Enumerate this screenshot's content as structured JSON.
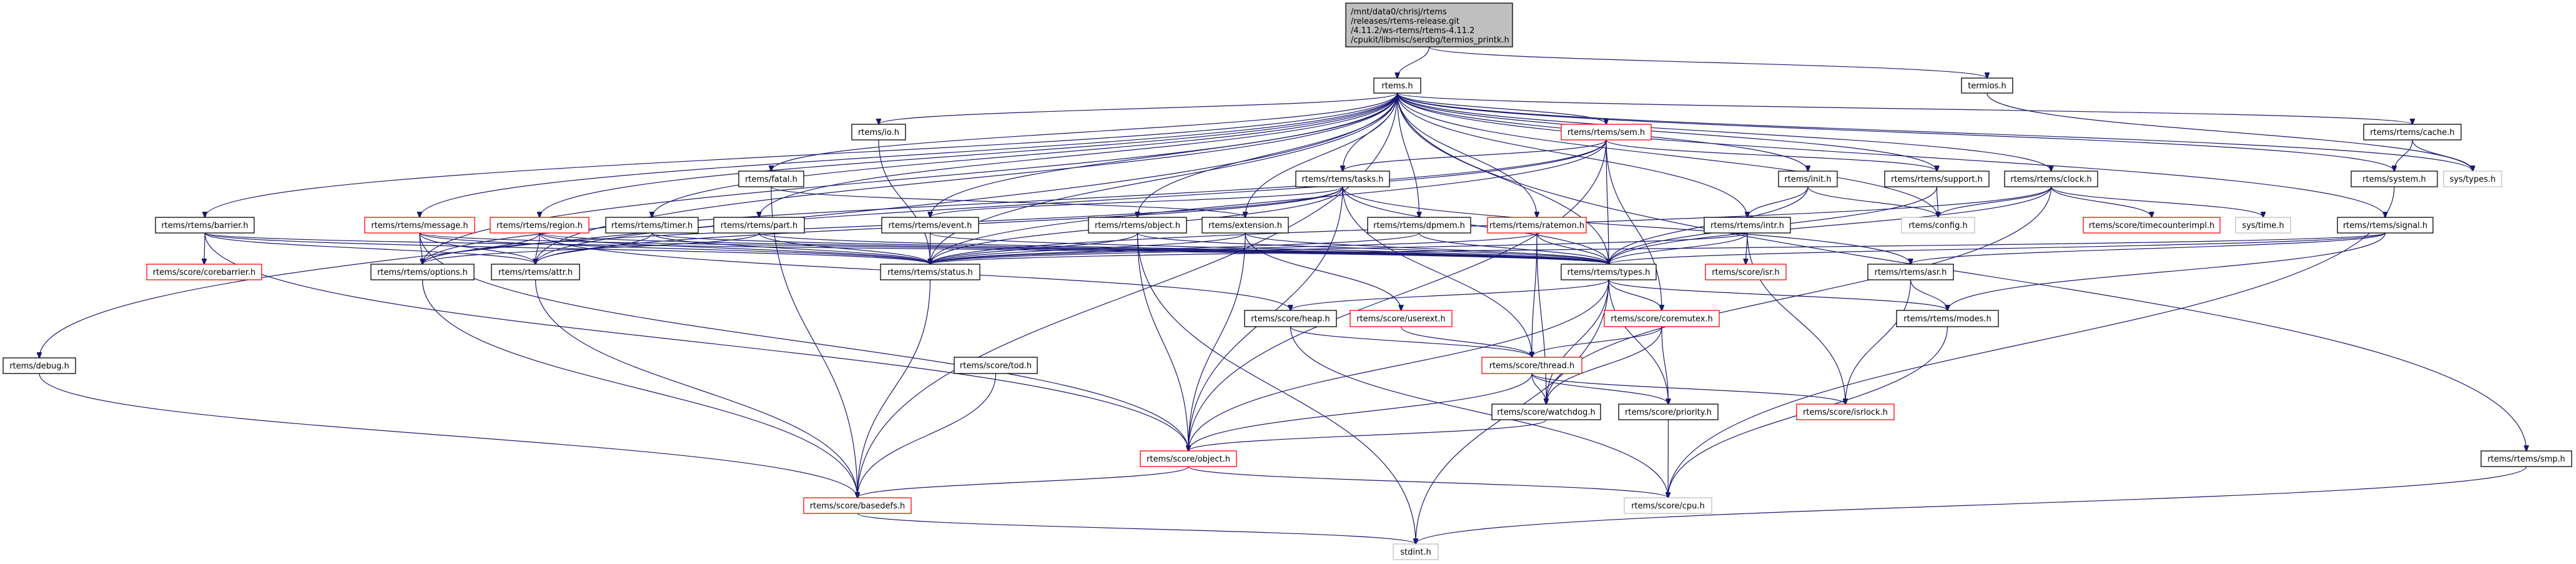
{
  "diagram": {
    "title": "Include dependency graph for termios_printk.h",
    "colors": {
      "edge": "#191970",
      "root_fill": "#bfbfbf",
      "normal_border": "#000000",
      "truncated_border": "#ff0000",
      "external_border": "#bfbfbf",
      "node_fill": "#ffffff"
    },
    "nodes": [
      {
        "id": "root",
        "kind": "root",
        "lines": [
          "/mnt/data0/chrisj/rtems",
          "/releases/rtems-release.git",
          "/4.11.2/ws-rtems/rtems-4.11.2",
          "/cpukit/libmisc/serdbg/termios_printk.h"
        ]
      },
      {
        "id": "rtems_h",
        "kind": "normal",
        "label": "rtems.h"
      },
      {
        "id": "termios_h",
        "kind": "normal",
        "label": "termios.h"
      },
      {
        "id": "io_h",
        "kind": "normal",
        "label": "rtems/io.h"
      },
      {
        "id": "sem_h",
        "kind": "truncated",
        "label": "rtems/rtems/sem.h"
      },
      {
        "id": "cache_h",
        "kind": "normal",
        "label": "rtems/rtems/cache.h"
      },
      {
        "id": "fatal_h",
        "kind": "normal",
        "label": "rtems/fatal.h"
      },
      {
        "id": "tasks_h",
        "kind": "normal",
        "label": "rtems/rtems/tasks.h"
      },
      {
        "id": "init_h",
        "kind": "normal",
        "label": "rtems/init.h"
      },
      {
        "id": "support_h",
        "kind": "normal",
        "label": "rtems/rtems/support.h"
      },
      {
        "id": "clock_h",
        "kind": "normal",
        "label": "rtems/rtems/clock.h"
      },
      {
        "id": "system_h",
        "kind": "normal",
        "label": "rtems/system.h"
      },
      {
        "id": "systypes_h",
        "kind": "external",
        "label": "sys/types.h"
      },
      {
        "id": "barrier_h",
        "kind": "normal",
        "label": "rtems/rtems/barrier.h"
      },
      {
        "id": "message_h",
        "kind": "truncated",
        "label": "rtems/rtems/message.h"
      },
      {
        "id": "region_h",
        "kind": "truncated",
        "label": "rtems/rtems/region.h"
      },
      {
        "id": "timer_h",
        "kind": "normal",
        "label": "rtems/rtems/timer.h"
      },
      {
        "id": "part_h",
        "kind": "normal",
        "label": "rtems/rtems/part.h"
      },
      {
        "id": "event_h",
        "kind": "normal",
        "label": "rtems/rtems/event.h"
      },
      {
        "id": "object_r_h",
        "kind": "normal",
        "label": "rtems/rtems/object.h"
      },
      {
        "id": "extension_h",
        "kind": "normal",
        "label": "rtems/extension.h"
      },
      {
        "id": "dpmem_h",
        "kind": "normal",
        "label": "rtems/rtems/dpmem.h"
      },
      {
        "id": "ratemon_h",
        "kind": "truncated",
        "label": "rtems/rtems/ratemon.h"
      },
      {
        "id": "intr_h",
        "kind": "normal",
        "label": "rtems/rtems/intr.h"
      },
      {
        "id": "config_h",
        "kind": "external",
        "label": "rtems/config.h"
      },
      {
        "id": "timecounterimpl_h",
        "kind": "truncated",
        "label": "rtems/score/timecounterimpl.h"
      },
      {
        "id": "systime_h",
        "kind": "external",
        "label": "sys/time.h"
      },
      {
        "id": "signal_h",
        "kind": "normal",
        "label": "rtems/rtems/signal.h"
      },
      {
        "id": "debug_h",
        "kind": "normal",
        "label": "rtems/debug.h"
      },
      {
        "id": "corebarrier_h",
        "kind": "truncated",
        "label": "rtems/score/corebarrier.h"
      },
      {
        "id": "options_h",
        "kind": "normal",
        "label": "rtems/rtems/options.h"
      },
      {
        "id": "attr_h",
        "kind": "normal",
        "label": "rtems/rtems/attr.h"
      },
      {
        "id": "status_h",
        "kind": "normal",
        "label": "rtems/rtems/status.h"
      },
      {
        "id": "types_h",
        "kind": "normal",
        "label": "rtems/rtems/types.h"
      },
      {
        "id": "isr_h",
        "kind": "truncated",
        "label": "rtems/score/isr.h"
      },
      {
        "id": "asr_h",
        "kind": "normal",
        "label": "rtems/rtems/asr.h"
      },
      {
        "id": "heap_h",
        "kind": "normal",
        "label": "rtems/score/heap.h"
      },
      {
        "id": "userext_h",
        "kind": "truncated",
        "label": "rtems/score/userext.h"
      },
      {
        "id": "coremutex_h",
        "kind": "truncated",
        "label": "rtems/score/coremutex.h"
      },
      {
        "id": "modes_h",
        "kind": "normal",
        "label": "rtems/rtems/modes.h"
      },
      {
        "id": "tod_h",
        "kind": "normal",
        "label": "rtems/score/tod.h"
      },
      {
        "id": "thread_h",
        "kind": "truncated",
        "label": "rtems/score/thread.h"
      },
      {
        "id": "watchdog_h",
        "kind": "normal",
        "label": "rtems/score/watchdog.h"
      },
      {
        "id": "priority_h",
        "kind": "normal",
        "label": "rtems/score/priority.h"
      },
      {
        "id": "isrlock_h",
        "kind": "truncated",
        "label": "rtems/score/isrlock.h"
      },
      {
        "id": "object_s_h",
        "kind": "truncated",
        "label": "rtems/score/object.h"
      },
      {
        "id": "smp_h",
        "kind": "normal",
        "label": "rtems/rtems/smp.h"
      },
      {
        "id": "basedefs_h",
        "kind": "truncated",
        "label": "rtems/score/basedefs.h"
      },
      {
        "id": "cpu_h",
        "kind": "external",
        "label": "rtems/score/cpu.h"
      },
      {
        "id": "stdint_h",
        "kind": "external",
        "label": "stdint.h"
      }
    ],
    "edges": [
      [
        "root",
        "rtems_h"
      ],
      [
        "root",
        "termios_h"
      ],
      [
        "termios_h",
        "systypes_h"
      ],
      [
        "rtems_h",
        "io_h"
      ],
      [
        "rtems_h",
        "sem_h"
      ],
      [
        "rtems_h",
        "cache_h"
      ],
      [
        "rtems_h",
        "fatal_h"
      ],
      [
        "rtems_h",
        "tasks_h"
      ],
      [
        "rtems_h",
        "init_h"
      ],
      [
        "rtems_h",
        "support_h"
      ],
      [
        "rtems_h",
        "clock_h"
      ],
      [
        "rtems_h",
        "system_h"
      ],
      [
        "rtems_h",
        "systypes_h"
      ],
      [
        "rtems_h",
        "barrier_h"
      ],
      [
        "rtems_h",
        "message_h"
      ],
      [
        "rtems_h",
        "region_h"
      ],
      [
        "rtems_h",
        "timer_h"
      ],
      [
        "rtems_h",
        "part_h"
      ],
      [
        "rtems_h",
        "event_h"
      ],
      [
        "rtems_h",
        "object_r_h"
      ],
      [
        "rtems_h",
        "extension_h"
      ],
      [
        "rtems_h",
        "dpmem_h"
      ],
      [
        "rtems_h",
        "ratemon_h"
      ],
      [
        "rtems_h",
        "intr_h"
      ],
      [
        "rtems_h",
        "config_h"
      ],
      [
        "rtems_h",
        "signal_h"
      ],
      [
        "rtems_h",
        "debug_h"
      ],
      [
        "rtems_h",
        "options_h"
      ],
      [
        "rtems_h",
        "attr_h"
      ],
      [
        "rtems_h",
        "status_h"
      ],
      [
        "rtems_h",
        "types_h"
      ],
      [
        "rtems_h",
        "smp_h"
      ],
      [
        "rtems_h",
        "basedefs_h"
      ],
      [
        "io_h",
        "status_h"
      ],
      [
        "sem_h",
        "tasks_h"
      ],
      [
        "sem_h",
        "support_h"
      ],
      [
        "sem_h",
        "options_h"
      ],
      [
        "sem_h",
        "attr_h"
      ],
      [
        "sem_h",
        "status_h"
      ],
      [
        "sem_h",
        "types_h"
      ],
      [
        "sem_h",
        "coremutex_h"
      ],
      [
        "sem_h",
        "object_s_h"
      ],
      [
        "cache_h",
        "system_h"
      ],
      [
        "cache_h",
        "systypes_h"
      ],
      [
        "fatal_h",
        "basedefs_h"
      ],
      [
        "fatal_h",
        "extension_h"
      ],
      [
        "tasks_h",
        "event_h"
      ],
      [
        "tasks_h",
        "status_h"
      ],
      [
        "tasks_h",
        "types_h"
      ],
      [
        "tasks_h",
        "asr_h"
      ],
      [
        "tasks_h",
        "attr_h"
      ],
      [
        "tasks_h",
        "options_h"
      ],
      [
        "tasks_h",
        "thread_h"
      ],
      [
        "tasks_h",
        "object_s_h"
      ],
      [
        "init_h",
        "config_h"
      ],
      [
        "init_h",
        "intr_h"
      ],
      [
        "init_h",
        "types_h"
      ],
      [
        "support_h",
        "config_h"
      ],
      [
        "support_h",
        "types_h"
      ],
      [
        "clock_h",
        "config_h"
      ],
      [
        "clock_h",
        "timecounterimpl_h"
      ],
      [
        "clock_h",
        "systime_h"
      ],
      [
        "clock_h",
        "status_h"
      ],
      [
        "clock_h",
        "types_h"
      ],
      [
        "clock_h",
        "watchdog_h"
      ],
      [
        "system_h",
        "cpu_h"
      ],
      [
        "barrier_h",
        "corebarrier_h"
      ],
      [
        "barrier_h",
        "attr_h"
      ],
      [
        "barrier_h",
        "status_h"
      ],
      [
        "barrier_h",
        "types_h"
      ],
      [
        "barrier_h",
        "object_s_h"
      ],
      [
        "message_h",
        "options_h"
      ],
      [
        "message_h",
        "attr_h"
      ],
      [
        "message_h",
        "status_h"
      ],
      [
        "message_h",
        "types_h"
      ],
      [
        "message_h",
        "object_s_h"
      ],
      [
        "region_h",
        "options_h"
      ],
      [
        "region_h",
        "attr_h"
      ],
      [
        "region_h",
        "status_h"
      ],
      [
        "region_h",
        "types_h"
      ],
      [
        "region_h",
        "heap_h"
      ],
      [
        "timer_h",
        "attr_h"
      ],
      [
        "timer_h",
        "status_h"
      ],
      [
        "timer_h",
        "types_h"
      ],
      [
        "part_h",
        "options_h"
      ],
      [
        "part_h",
        "status_h"
      ],
      [
        "part_h",
        "types_h"
      ],
      [
        "event_h",
        "status_h"
      ],
      [
        "event_h",
        "types_h"
      ],
      [
        "object_r_h",
        "status_h"
      ],
      [
        "object_r_h",
        "types_h"
      ],
      [
        "object_r_h",
        "object_s_h"
      ],
      [
        "object_r_h",
        "stdint_h"
      ],
      [
        "extension_h",
        "status_h"
      ],
      [
        "extension_h",
        "types_h"
      ],
      [
        "extension_h",
        "userext_h"
      ],
      [
        "extension_h",
        "object_s_h"
      ],
      [
        "dpmem_h",
        "status_h"
      ],
      [
        "dpmem_h",
        "types_h"
      ],
      [
        "ratemon_h",
        "status_h"
      ],
      [
        "ratemon_h",
        "types_h"
      ],
      [
        "ratemon_h",
        "thread_h"
      ],
      [
        "ratemon_h",
        "watchdog_h"
      ],
      [
        "intr_h",
        "status_h"
      ],
      [
        "intr_h",
        "types_h"
      ],
      [
        "intr_h",
        "isr_h"
      ],
      [
        "intr_h",
        "isrlock_h"
      ],
      [
        "signal_h",
        "status_h"
      ],
      [
        "signal_h",
        "types_h"
      ],
      [
        "signal_h",
        "asr_h"
      ],
      [
        "signal_h",
        "modes_h"
      ],
      [
        "debug_h",
        "basedefs_h"
      ],
      [
        "options_h",
        "basedefs_h"
      ],
      [
        "attr_h",
        "basedefs_h"
      ],
      [
        "status_h",
        "basedefs_h"
      ],
      [
        "types_h",
        "heap_h"
      ],
      [
        "types_h",
        "object_s_h"
      ],
      [
        "types_h",
        "coremutex_h"
      ],
      [
        "types_h",
        "modes_h"
      ],
      [
        "types_h",
        "watchdog_h"
      ],
      [
        "types_h",
        "priority_h"
      ],
      [
        "types_h",
        "stdint_h"
      ],
      [
        "asr_h",
        "modes_h"
      ],
      [
        "asr_h",
        "isrlock_h"
      ],
      [
        "heap_h",
        "thread_h"
      ],
      [
        "heap_h",
        "cpu_h"
      ],
      [
        "userext_h",
        "thread_h"
      ],
      [
        "coremutex_h",
        "thread_h"
      ],
      [
        "coremutex_h",
        "watchdog_h"
      ],
      [
        "coremutex_h",
        "priority_h"
      ],
      [
        "modes_h",
        "cpu_h"
      ],
      [
        "tod_h",
        "basedefs_h"
      ],
      [
        "thread_h",
        "object_s_h"
      ],
      [
        "thread_h",
        "watchdog_h"
      ],
      [
        "thread_h",
        "priority_h"
      ],
      [
        "thread_h",
        "isrlock_h"
      ],
      [
        "watchdog_h",
        "object_s_h"
      ],
      [
        "priority_h",
        "cpu_h"
      ],
      [
        "object_s_h",
        "basedefs_h"
      ],
      [
        "object_s_h",
        "cpu_h"
      ],
      [
        "smp_h",
        "stdint_h"
      ],
      [
        "basedefs_h",
        "stdint_h"
      ]
    ]
  }
}
